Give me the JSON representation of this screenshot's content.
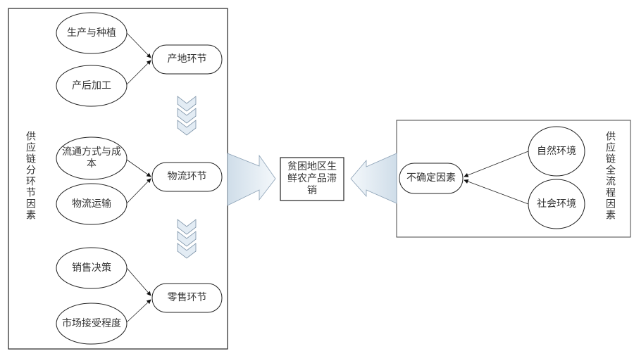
{
  "left_panel": {
    "label": "供应链分环节因素",
    "groups": [
      {
        "stage": "产地环节",
        "factors": [
          "生产与种植",
          "产后加工"
        ]
      },
      {
        "stage": "物流环节",
        "factors": [
          "流通方式与成本",
          "物流运输"
        ]
      },
      {
        "stage": "零售环节",
        "factors": [
          "销售决策",
          "市场接受程度"
        ]
      }
    ]
  },
  "center": {
    "label": "贫困地区生鲜农产品滞销"
  },
  "right_panel": {
    "label": "供应链全流程因素",
    "stage": "不确定因素",
    "factors": [
      "自然环境",
      "社会环境"
    ]
  },
  "colors": {
    "line": "#222222",
    "arrow_fill": "#e6eef5",
    "arrow_stroke": "#8aa0b5"
  }
}
